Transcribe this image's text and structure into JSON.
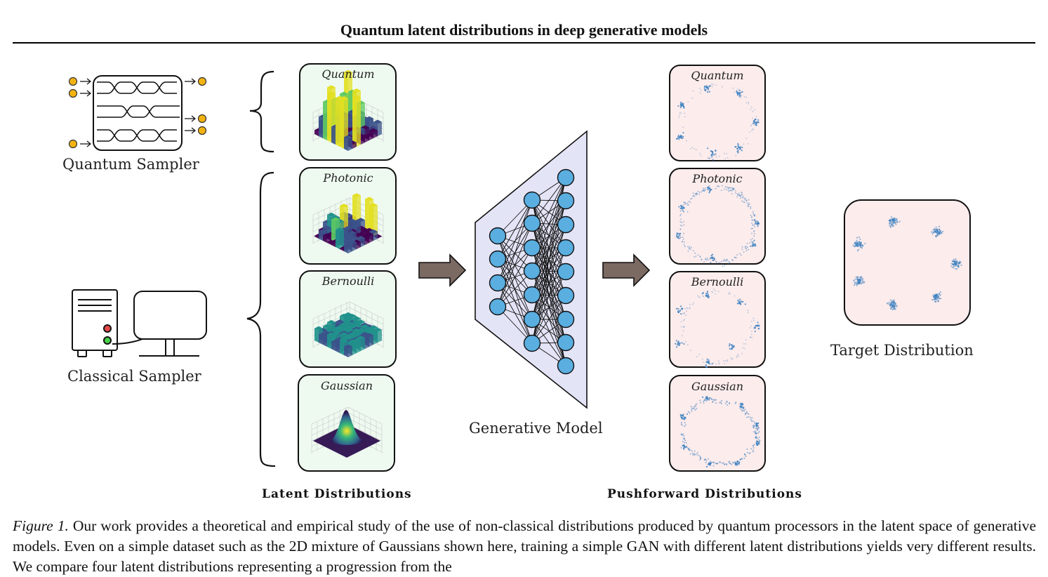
{
  "header": {
    "title": "Quantum latent distributions in deep generative models"
  },
  "samplers": {
    "quantum": "Quantum Sampler",
    "classical": "Classical Sampler"
  },
  "latent": {
    "heading": "Latent Distributions",
    "panels": [
      "Quantum",
      "Photonic",
      "Bernoulli",
      "Gaussian"
    ]
  },
  "model": {
    "label": "Generative Model"
  },
  "pushforward": {
    "heading": "Pushforward Distributions",
    "panels": [
      "Quantum",
      "Photonic",
      "Bernoulli",
      "Gaussian"
    ]
  },
  "target": {
    "label": "Target Distribution"
  },
  "caption": {
    "figure_no": "Figure 1.",
    "text": "Our work provides a theoretical and empirical study of the use of non-classical distributions produced by quantum processors in the latent space of generative models. Even on a simple dataset such as the 2D mixture of Gaussians shown here, training a simple GAN with different latent distributions yields very different results. We compare four latent distributions representing a progression from the"
  },
  "colors": {
    "latent_bg": "#eefaf0",
    "pushforward_bg": "#fcecec",
    "point": "#3a7fc0",
    "node": "#5aaee0",
    "photon": "#f2b311",
    "funnel": "#e4e4f7",
    "arrow": "#7a6a62"
  }
}
